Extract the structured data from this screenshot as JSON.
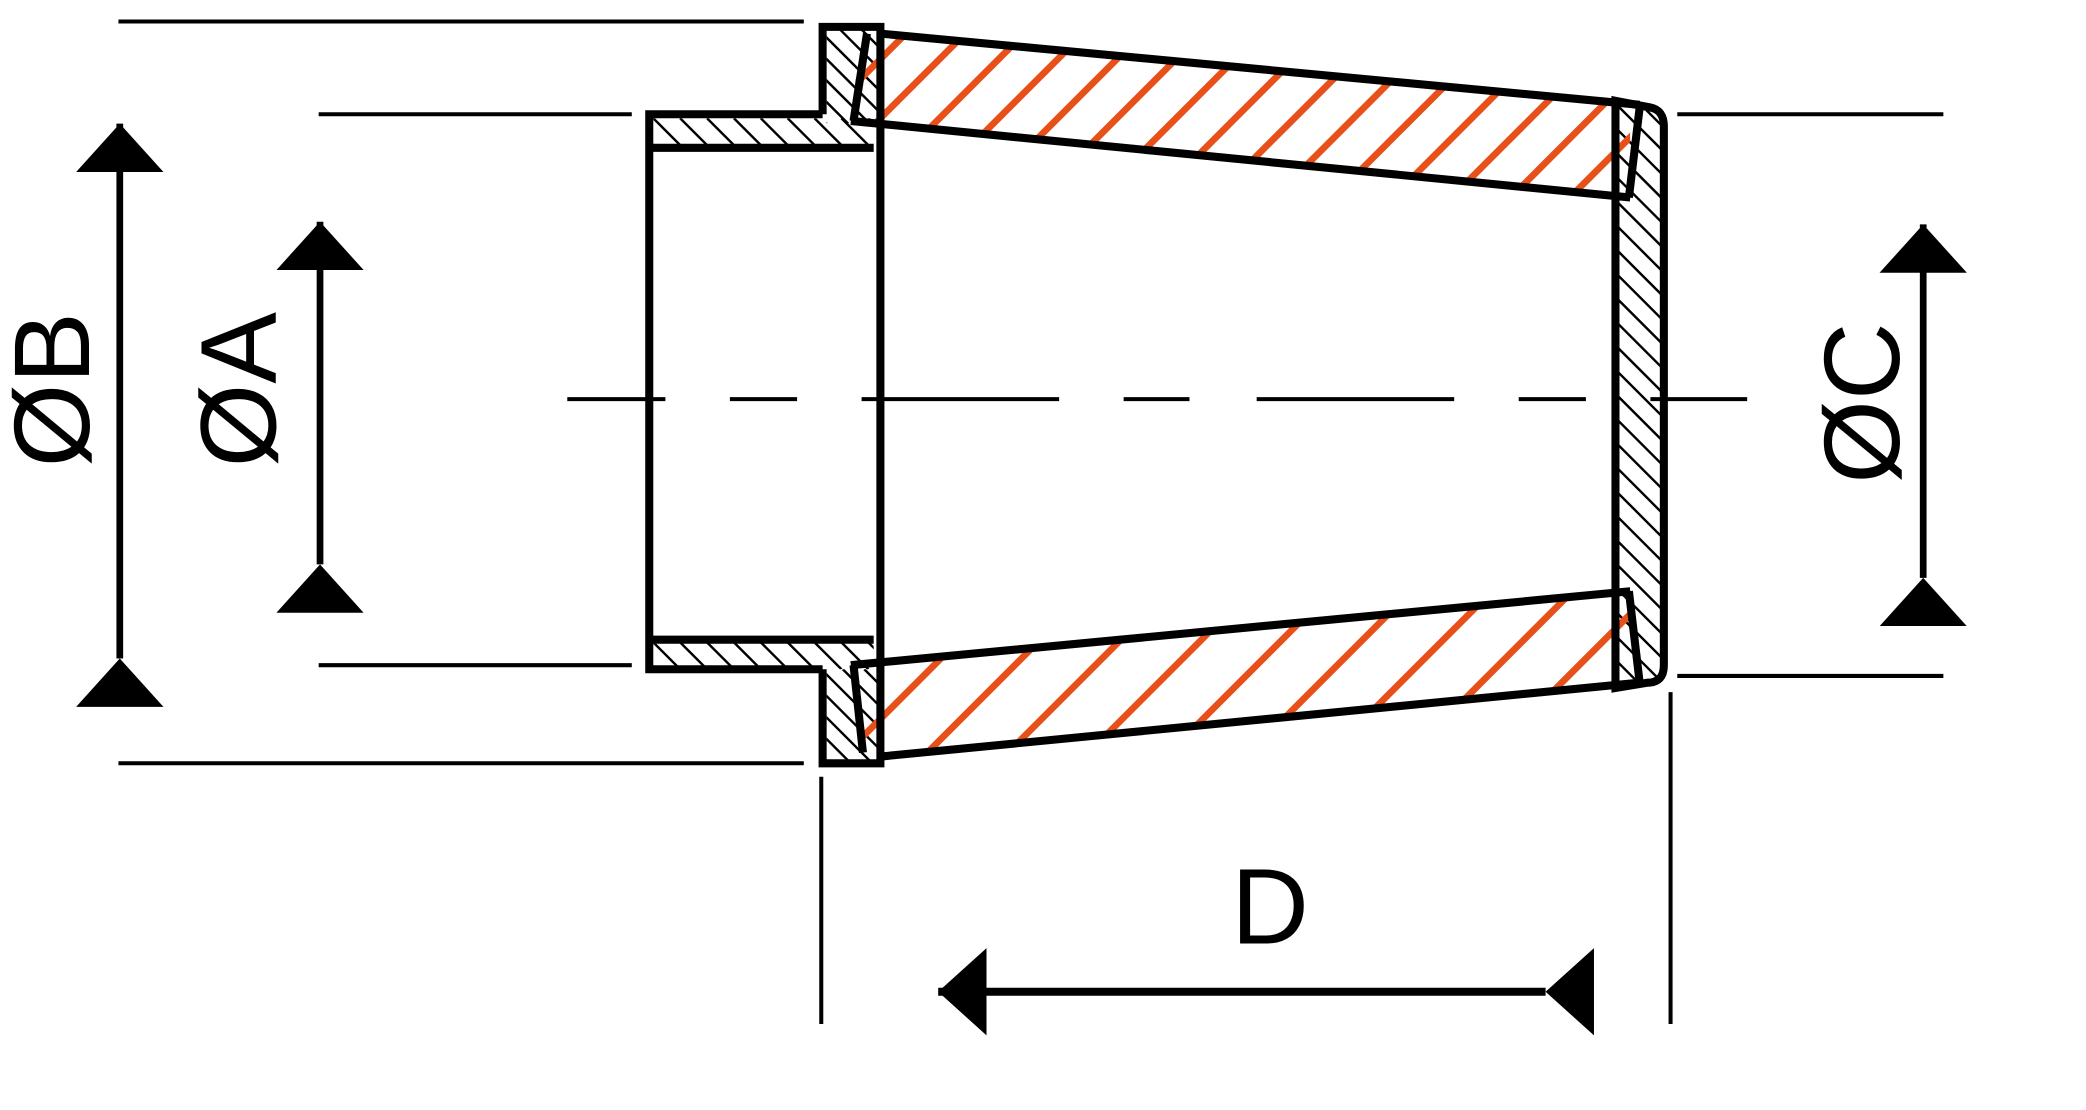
{
  "labels": {
    "dim_b": "ØB",
    "dim_a": "ØA",
    "dim_c": "ØC",
    "dim_d": "D"
  },
  "colors": {
    "line": "#000000",
    "hatch_accent": "#E8501A",
    "background": "#FFFFFF"
  }
}
